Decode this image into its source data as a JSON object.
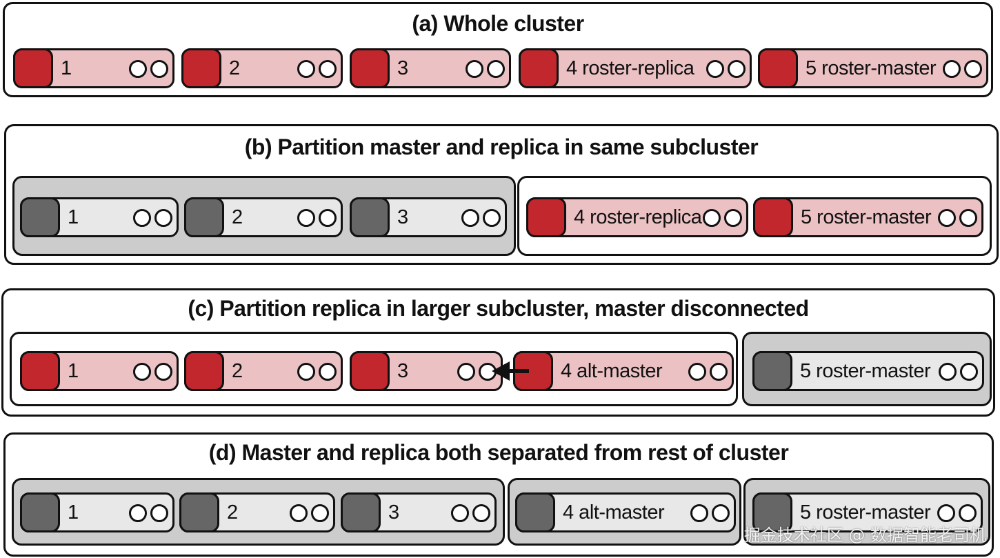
{
  "panels": {
    "a": {
      "title": "(a) Whole cluster"
    },
    "b": {
      "title": "(b) Partition master and replica in same subcluster"
    },
    "c": {
      "title": "(c) Partition replica in larger subcluster, master disconnected"
    },
    "d": {
      "title": "(d) Master and replica both separated from rest of cluster"
    }
  },
  "nodes": {
    "a": [
      "1",
      "2",
      "3",
      "4 roster-replica",
      "5 roster-master"
    ],
    "b": [
      "1",
      "2",
      "3",
      "4 roster-replica",
      "5 roster-master"
    ],
    "c": [
      "1",
      "2",
      "3",
      "4 alt-master",
      "5 roster-master"
    ],
    "d": [
      "1",
      "2",
      "3",
      "4 alt-master",
      "5 roster-master"
    ]
  },
  "colors": {
    "active_block": "#c1272d",
    "active_body": "#ecc1c4",
    "inactive_block": "#666666",
    "inactive_body": "#e8e8e8",
    "group_gray": "#cccccc"
  },
  "watermark": "掘金技术社区 @ 数据智能老司机"
}
